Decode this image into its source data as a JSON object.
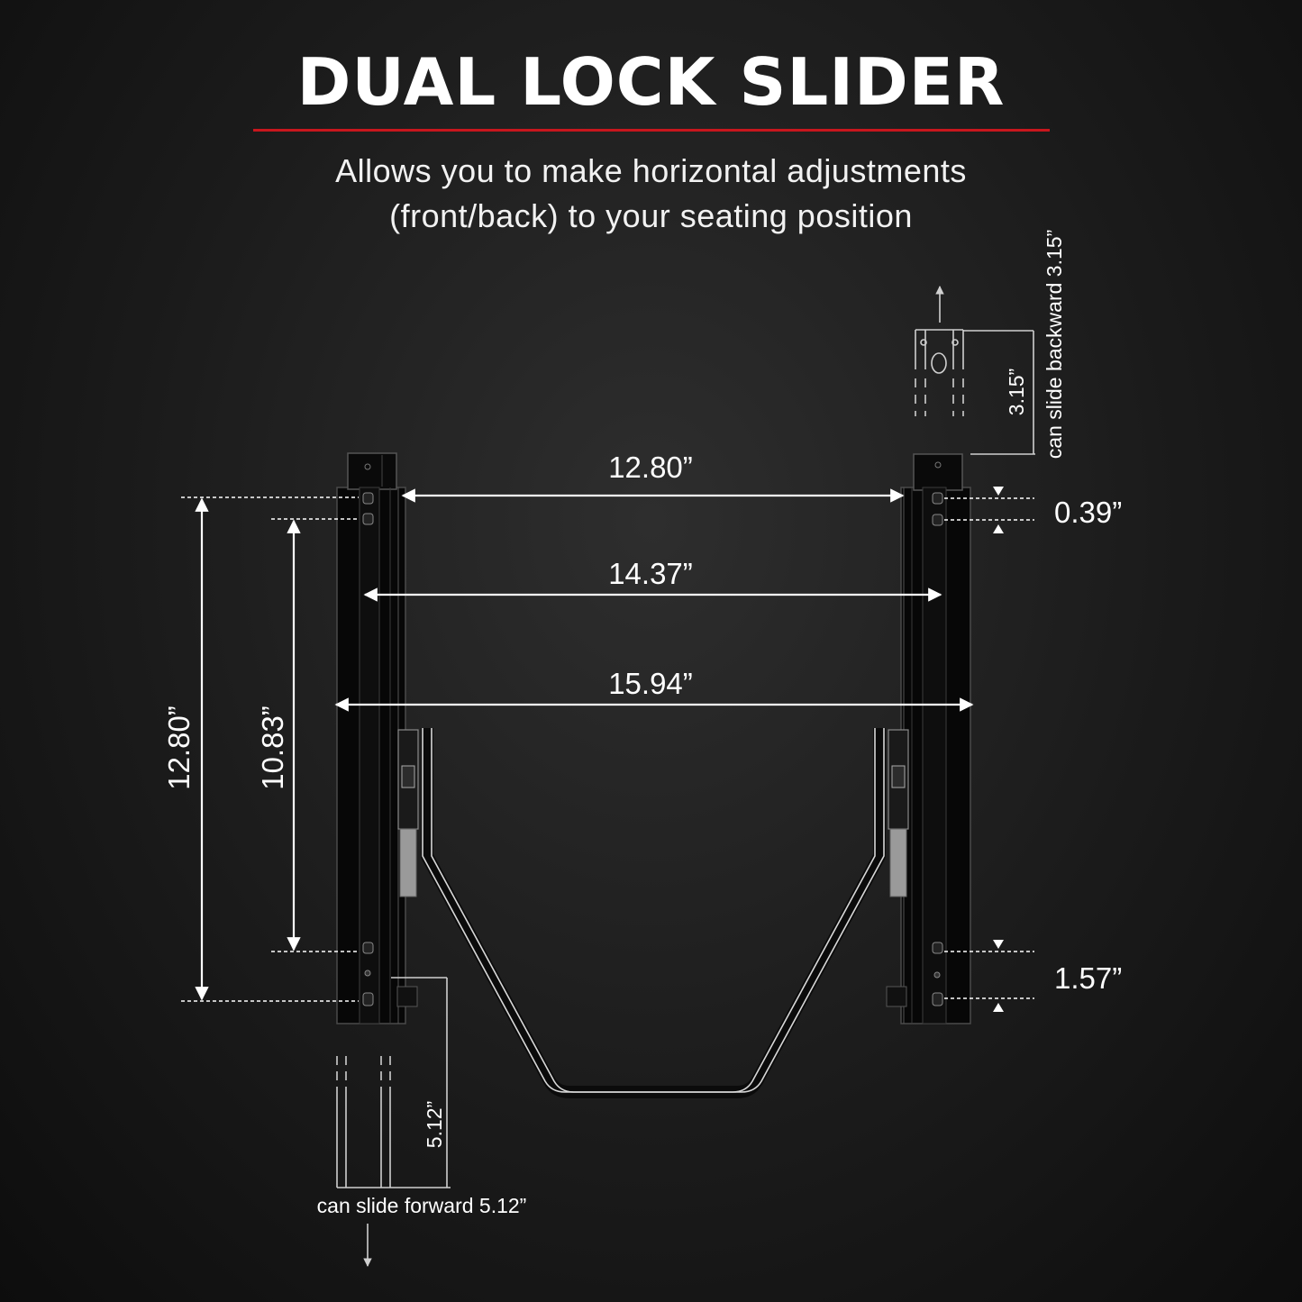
{
  "header": {
    "title": "DUAL LOCK SLIDER",
    "subtitle_line1": "Allows you to make horizontal adjustments",
    "subtitle_line2": "(front/back) to your seating position",
    "accent_color": "#c8161d"
  },
  "dimensions": {
    "inner_width": "12.80”",
    "mid_width": "14.37”",
    "outer_width": "15.94”",
    "total_length": "12.80”",
    "hole_span": "10.83”",
    "top_hole_gap": "0.39”",
    "bottom_hole_gap": "1.57”",
    "backward_travel": "3.15”",
    "forward_travel": "5.12”"
  },
  "notes": {
    "backward": "can slide backward 3.15”",
    "forward": "can slide forward 5.12”"
  }
}
